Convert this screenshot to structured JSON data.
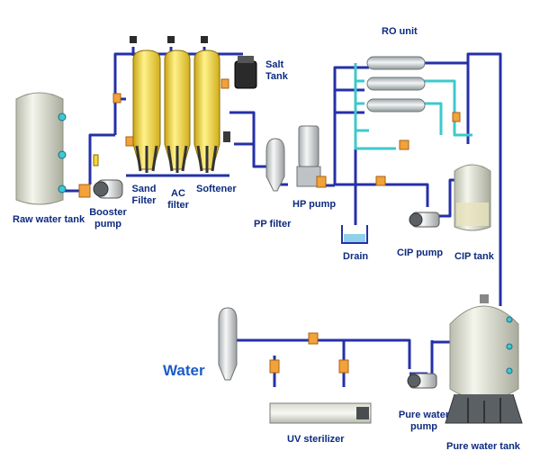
{
  "labels": {
    "raw_water_tank": "Raw water tank",
    "booster_pump": "Booster\npump",
    "sand_filter": "Sand\nFilter",
    "ac_filter": "AC\nfilter",
    "softener": "Softener",
    "salt_tank": "Salt\nTank",
    "pp_filter": "PP filter",
    "hp_pump": "HP pump",
    "ro_unit": "RO unit",
    "drain": "Drain",
    "cip_pump": "CIP pump",
    "cip_tank": "CIP tank",
    "water": "Water",
    "uv_sterilizer": "UV sterilizer",
    "pure_water_pump": "Pure water\npump",
    "pure_water_tank": "Pure water tank"
  },
  "colors": {
    "pipe_blue": "#2530a8",
    "pipe_cyan": "#3ec8cc",
    "label_text": "#0d2a80",
    "filter_yellow": "#f7d63a",
    "valve_orange": "#f2a23a",
    "tank_body": "#e4e6da"
  }
}
